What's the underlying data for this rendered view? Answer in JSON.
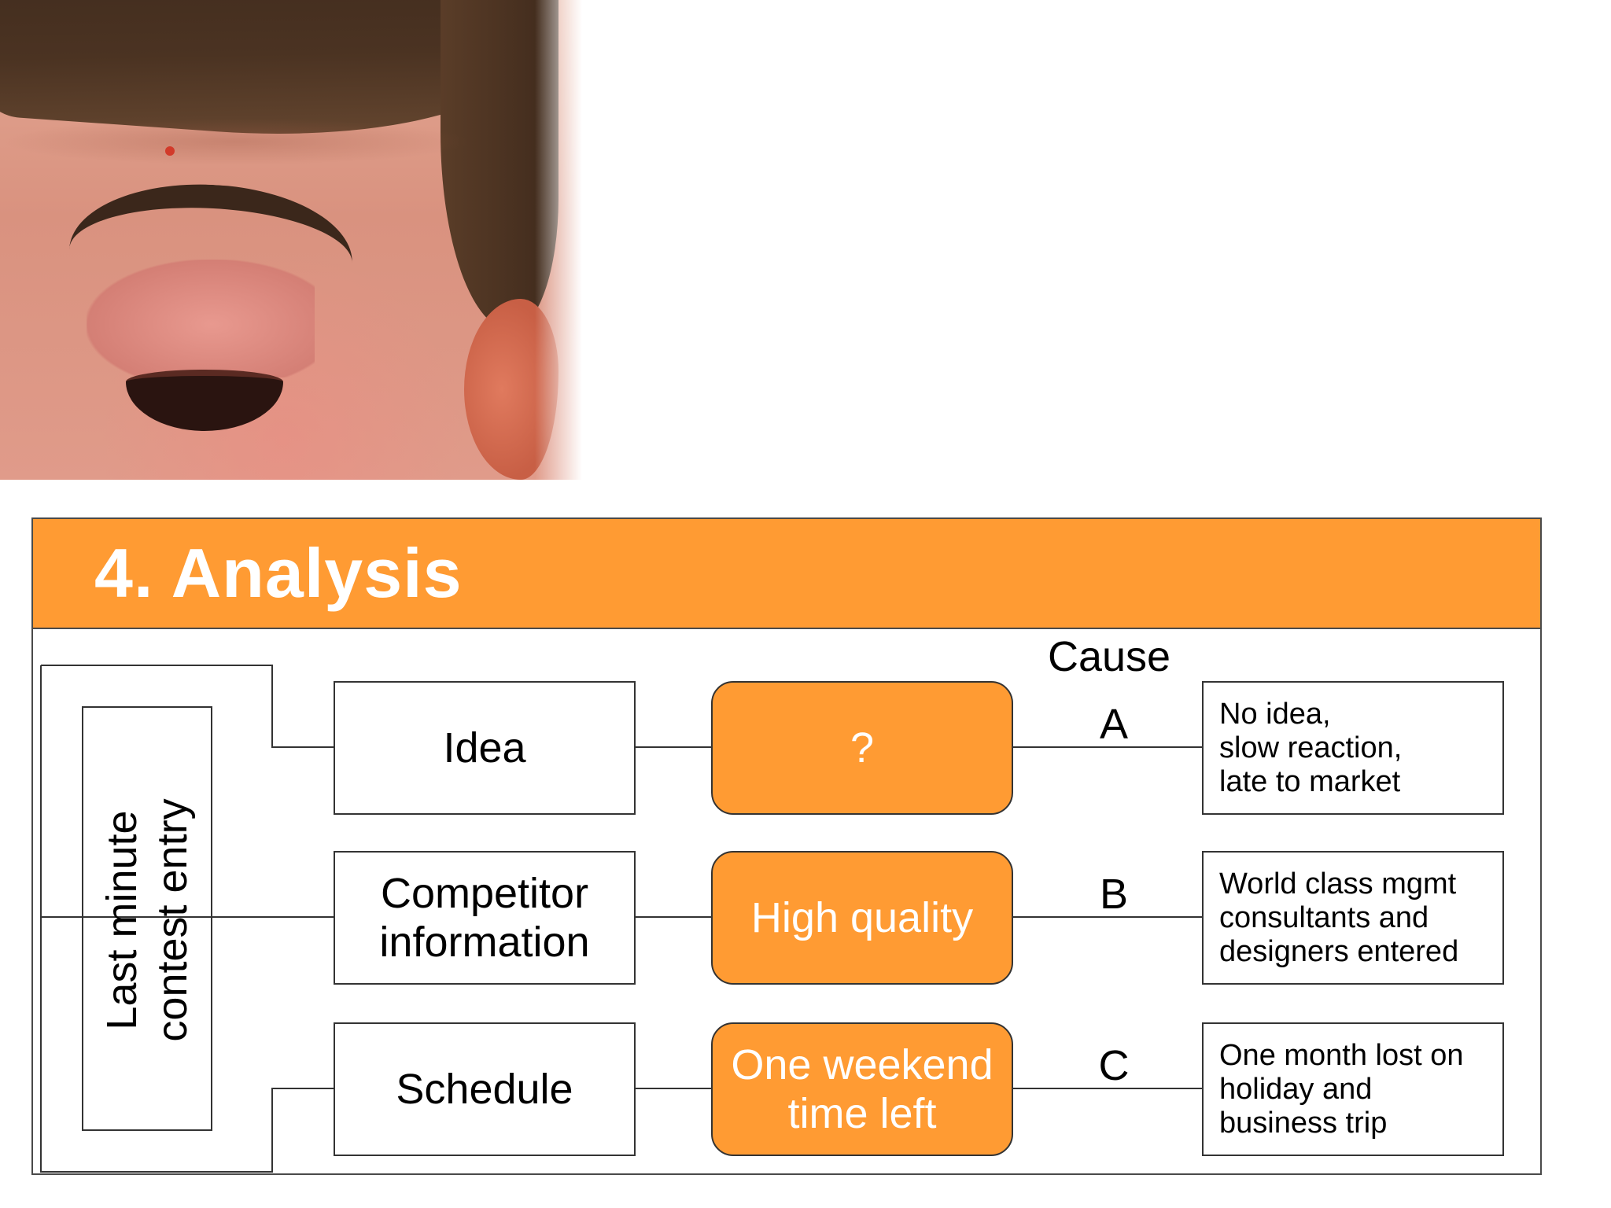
{
  "slide": {
    "title": "4. Analysis",
    "root_label": "Last minute\ncontest entry",
    "cause_heading": "Cause",
    "rows": [
      {
        "category": "Idea",
        "assessment": "?",
        "cause_letter": "A",
        "cause_detail": "No idea,\nslow reaction,\nlate to market"
      },
      {
        "category": "Competitor information",
        "assessment": "High quality",
        "cause_letter": "B",
        "cause_detail": "World class mgmt\nconsultants and\ndesigners entered"
      },
      {
        "category": "Schedule",
        "assessment": "One weekend time left",
        "cause_letter": "C",
        "cause_detail": "One month lost on\nholiday and\nbusiness trip"
      }
    ]
  },
  "colors": {
    "accent": "#ff9b33",
    "border": "#4a4a4a"
  }
}
